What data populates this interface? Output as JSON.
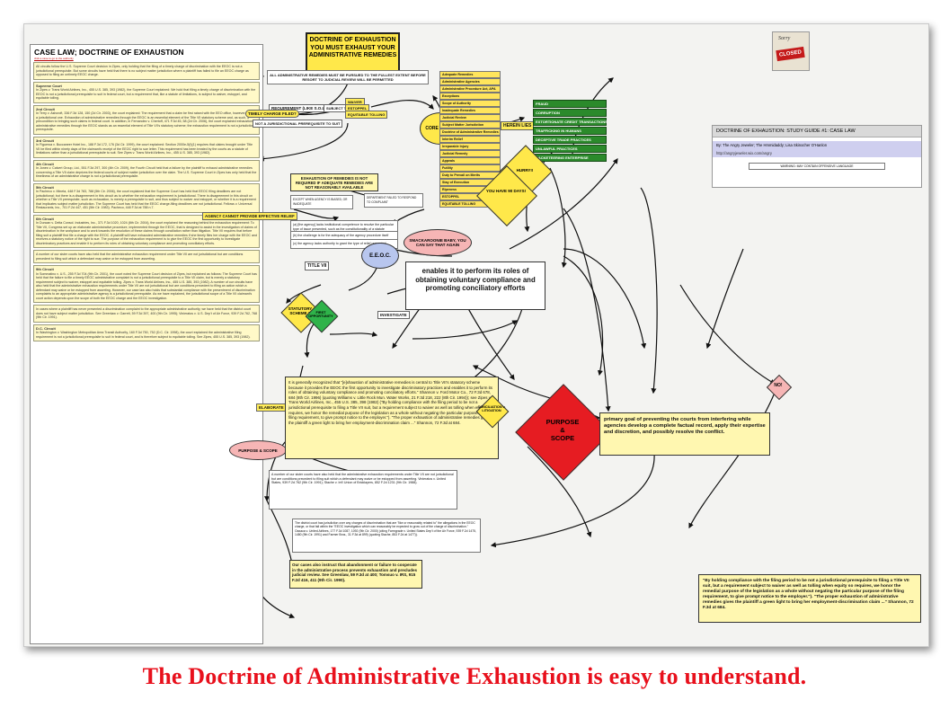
{
  "title": {
    "line1": "DOCTRINE OF EXHAUSTION",
    "line2": "YOU MUST EXHAUST YOUR",
    "line3": "ADMINISTRATIVE REMEDIES"
  },
  "left_column": {
    "heading": "CASE LAW; DOCTRINE OF EXHAUSTION",
    "sublink": "click a case to go to the authority",
    "panes": [
      {
        "head": "",
        "text": "All circuits follow the U.S. Supreme Court decision in Zipes, only holding that the filing of a timely charge of discrimination with the EEOC is not a jurisdictional prerequisite. But some circuits have held that there is no subject matter jurisdiction where a plaintiff has failed to file an EEOC charge as opposed to filing an untimely EEOC charge."
      },
      {
        "head": "Supreme Court",
        "text": "In Zipes v. Trans World Airlines, Inc., 455 U.S. 385, 393 (1982), the Supreme Court explained: We hold that filing a timely charge of discrimination with the EEOC is not a jurisdictional prerequisite to suit in federal court, but a requirement that, like a statute of limitations, is subject to waiver, estoppel, and equitable tolling."
      },
      {
        "head": "2nd Circuit",
        "text": "In Terry v. Ashcroft, 336 F.3d 128, 150 (2d Cir. 2003), the court explained: The requirement that a claim be first raised with the EEO office, however, is not a jurisdictional one. Exhaustion of administrative remedies through the EEOC is an essential element of the Title VII statutory scheme and, as such, a precondition to bringing such claims in federal court. In addition, in Fernandez v. Chertoff, 471 F.3d 45, 58 (2d Cir. 2006), the court explained exhaustion of administrative remedies through the EEOC stands as an essential element of Title VII's statutory scheme; the exhaustion requirement is not a jurisdictional prerequisite."
      },
      {
        "head": "3rd Circuit",
        "text": "In Figueroa v. Buccaneer Hotel Inc., 188 F.3d 172, 176 (3d Cir. 1999), the court explained: Section 2000e-5(f)(1) requires that claims brought under Title VII be filed within ninety days of the claimant's receipt of the EEOC right to sue letter. This requirement has been treated by the courts as a statute of limitations rather than a jurisdictional prerequisite to suit. See Zipes v. Trans World Airlines, Inc., 455 U.S. 385, 393 (1982)."
      },
      {
        "head": "4th Circuit",
        "text": "In Jones v. Calvert Group, Ltd., 551 F.3d 297, 300 (4th Cir. 2009), the Fourth Circuit held that a failure by the plaintiff to exhaust administrative remedies concerning a Title VII claim deprives the federal courts of subject matter jurisdiction over the claim. The U.S. Supreme Court in Zipes has only held that the timeliness of an administrative charge is not a jurisdictional prerequisite."
      },
      {
        "head": "5th Circuit",
        "text": "In Pacheco v. Mineta, 448 F.3d 783, 788 (5th Cir. 2006), the court explained that the Supreme Court has held that EEOC filing deadlines are not jurisdictional; but there is a disagreement in this circuit as to whether the exhaustion requirement is jurisdictional. There is disagreement in this circuit on whether a Title VII prerequisite, such as exhaustion, is merely a prerequisite to suit, and thus subject to waiver and estoppel, or whether it is a requirement that implicates subject matter jurisdiction. The Supreme Court has held that the EEOC charge-filing deadlines are not jurisdictional. Fellows v. Universal Restaurants, Inc., 701 F.2d 447, 451 (5th Cir. 1983). Pacheco, 448 F.3d at 788 n.7."
      },
      {
        "head": "6th Circuit",
        "text": "In Duncan v. Delta Consol. Industries, Inc., 371 F.3d 1020, 1024 (8th Cir. 2004), the court explained the reasoning behind the exhaustion requirement: To Title VII, Congress set up an elaborate administrative procedure, implemented through the EEOC, that is designed to assist in the investigation of claims of discrimination in the workplace and to work towards the resolution of these claims through conciliation rather than litigation. Title VII requires that before filing suit a plaintiff first file a charge with the EEOC. A plaintiff will have exhausted administrative remedies if she timely files her charge with the EEOC and receives a statutory notice of the right to sue. The purpose of the exhaustion requirement is to give the EEOC the first opportunity to investigate discriminatory practices and enable it to perform its roles of obtaining voluntary compliance and promoting conciliatory efforts."
      },
      {
        "head": "",
        "text": "A number of our sister courts have also held that the administrative exhaustion requirement under Title VII are not jurisdictional but are conditions precedent to filing suit which a defendant may waive or be estopped from asserting."
      },
      {
        "head": "9th Circuit",
        "text": "In Sommatino v. U.S., 255 F.3d 704 (9th Cir. 2001), the court noted the Supreme Court decision of Zipes, but explained as follows: The Supreme Court has held that the failure to file a timely EEOC administrative complaint is not a jurisdictional prerequisite to a Title VII claim, but is merely a statutory requirement subject to waiver, estoppel and equitable tolling. Zipes v. Trans World Airlines, Inc., 455 U.S. 385, 393 (1982). A number of our circuits have also held that the administrative exhaustion requirements under Title VII are not jurisdictional but are conditions precedent to filing an action which a defendant may waive or be estopped from asserting. However, our case law also holds that substantial compliance with the presentment of discrimination complaints to an appropriate administrative agency is a jurisdictional prerequisite. As we have explained, the jurisdictional scope of a Title VII claimant's court action depends upon the scope of both the EEOC charge and the EEOC investigation."
      },
      {
        "head": "",
        "text": "In cases where a plaintiff has never presented a discrimination complaint to the appropriate administrative authority, we have held that the district court does not have subject matter jurisdiction. See Greenlaw v. Garrett, 59 F.3d 397, 400 (9th Cir. 1995); Vinieratos v. U.S. Dep't of Air Force, 939 F.2d 762, 768 (9th Cir. 1991)."
      },
      {
        "head": "D.C. Circuit",
        "text": "In Washington v. Washington Metropolitan Area Transit Authority, 160 F.3d 750, 752 (D.C. Cir. 1998), the court explained the administrative filing requirement is not a jurisdictional prerequisite to suit in federal court, and is therefore subject to equitable tolling. See Zipes, 455 U.S. 385, 393 (1982)."
      }
    ]
  },
  "nodes": {
    "all_remedies": "ALL ADMINISTRATIVE REMEDIES MUST BE PURSUED TO THE FULLEST EXTENT BEFORE RESORT TO JUDICIAL REVIEW WILL BE PERMITTED",
    "requirement": "REQUIREMENT (LIKE S.O.L.)",
    "timely_charge": "TIMELY CHARGE FILED?",
    "subject_to": "SUBJECT TO",
    "waiver": "WAIVER",
    "estoppel": "ESTOPPEL",
    "tolling": "EQUITABLE TOLLING",
    "not_jurisdictional": "NOT A JURISDICTIONAL PREREQUISITE TO SUIT",
    "core_terms": "CORE TERMS",
    "herein_lies": "HEREIN LIES",
    "not_required": "EXHAUSTION OF REMEDIES IS NOT REQUIRED IF ADEQUATE REMEDIES ARE NOT REASONABLY AVAILABLE",
    "start_rule": "EXCEPT WHEN AGENCY IS BIASED, OR INADEQUATE",
    "no_relief": "AGENCY CANNOT PROVIDE EFFECTIVE RELIEF",
    "smackaroonie": "SMACKAROONIE BABY, YOU CAN SAY THAT AGAIN",
    "hurry": "HURRY!!",
    "ninety": "YOU HAVE 90 DAYS!",
    "small_a": "(a) [the agency] lacks institutional competence to resolve the particular type of issue presented, such as the constitutionality of a statute",
    "small_b": "(b) the challenge is for the adequacy of the agency procedure itself",
    "small_c": "(c) the agency lacks authority to grant the type of relief requested",
    "small_d": "DEPARTMENT FAILED TO RESPOND TO COMPLAINT",
    "title_vii": "TITLE VII",
    "eeoc": "E.E.O.C.",
    "enables": "enables it to perform its roles of obtaining voluntary compliance and promoting conciliatory efforts",
    "statutory": "STATUTORY SCHEME ?",
    "first_opp": "FIRST OPPORTUNITY",
    "investigate": "INVESTIGATE",
    "elaborate": "ELABORATE LABORYNTH",
    "purpose_small": "PURPOSE & SCOPE",
    "purpose_big_1": "PURPOSE",
    "purpose_big_2": "&",
    "purpose_big_3": "SCOPE",
    "conciliation": "CONCILIATION v. LITIGATION",
    "no": "NO!",
    "primary_goal": "primary goal of preventing the courts from interfering while agencies develop a complete factual record, apply their expertise and discretion, and possibly resolve the conflict.",
    "quote_center": "It is generally recognized that \"[e]xhaustion of administrative remedies is central to Title VII's statutory scheme because it provides the EEOC the first opportunity to investigate discriminatory practices and enables it to perform its roles of obtaining voluntary compliance and promoting conciliatory efforts.\" Shannon v. Ford Motor Co., 72 F.3d 678, 684 (8th Cir. 1996) (quoting Williams v. Little Rock Mun. Water Works, 21 F.3d 218, 222 (8th Cir. 1994)); see Zipes v. Trans World Airlines, Inc., 455 U.S. 385, 398 (1982) (\"By holding compliance with the filing period to be not a jurisdictional prerequisite to filing a Title VII suit, but a requirement subject to waiver as well as tolling when equity so requires, we honor the remedial purpose of the legislation as a whole without negating the particular purpose of the filing requirement, to give prompt notice to the employer.\"). \"The proper exhaustion of administrative remedies gives the plaintiff a green light to bring her employment-discrimination claim ...\" Shannon, 72 F.3d at 684.",
    "quote_low": "The district court has jurisdiction over any charges of discrimination that are \"like or reasonably related to\" the allegations in the EEOC charge, or that fall within the \"EEOC investigation which can reasonably be expected to grow out of the charge of discrimination.\" Oaxaca v. United Airlines, 177 F.3d 1087, 1092 (9th Cir. 2000) (citing Farmgrade v. United States Dep't of the Air Force, 939 F.2d 1475, 1480 (9th Cir. 1991) and Farmer Bros., 31 F.3d at 899) (quoting Stache, 853 F.2d at 1477)).",
    "cases_note": "Our cases also instruct that abandonment or failure to cooperate in the administrative process prevents exhaustion and precludes judicial review. See Greenlaw, 59 F.3d at 400; Tomsuo v. IRS, 915 F.2d 416, 411 (9th Cir. 1990).",
    "quote_right": "\"By holding compliance with the filing period to be not a jurisdictional prerequisite to filing a Title VII suit, but a requirement subject to waiver as well as tolling when equity so requires, we honor the remedial purpose of the legislation as a whole without negating the particular purpose of the filing requirement, to give prompt notice to the employer.\"). \"The proper exhaustion of administrative remedies gives the plaintiff a green light to bring her employment-discrimination claim ...\" Shannon, 72 F.3d at 684.",
    "small_note_center": "A number of our sister courts have also held that the administrative exhaustion requirements under Title VII are not jurisdictional but are conditions precedent to filing suit which a defendant may waive or be estopped from asserting. Vinieratos v. United States, 939 F.2d 762 (9th Cir. 1991); Stache v. Int'l Union of Bricklayers, 852 F.2d 1231 (9th Cir. 1988)."
  },
  "core_items": [
    "Adequate Remedies",
    "Administrative Agencies",
    "Administrative Procedure Act, APA",
    "Exceptions",
    "Scope of Authority",
    "Inadequate Remedies",
    "Judicial Review",
    "Subject Matter Jurisdiction",
    "Doctrine of Administrative Remedies",
    "Interim Relief",
    "Irreparable Injury",
    "Judicial Remedy",
    "Appeals",
    "Futility",
    "Duty to Prevail on Merits",
    "Stay of Execution",
    "Ripeness",
    "ESTOPPEL",
    "EQUITABLE TOLLING"
  ],
  "green_items": [
    "FRAUD",
    "CORRUPTION",
    "EXTORTIONATE CREDIT TRANSACTIONS",
    "TRAFFICKING IN HUMANS",
    "DECEPTIVE TRADE PRACTICES",
    "UNLAWFUL PRACTICES",
    "RACKETEERING ENTERPRISE"
  ],
  "card": {
    "stamp_word": "Sorry",
    "stamp_tag": "CLOSED",
    "title": "DOCTRINE OF EXHAUSTION: STUDY GUIDE #1: CASE LAW",
    "authors": "By: The Angry Jeweler; The Hmmidaddy; Lisa Skinocher O'Hanlon",
    "url": "http://angryjeweler.wix.com/angry",
    "warning": "WARNING: MAY CONTAIN OFFENSIVE LANGUAGE"
  },
  "slogan": "The Doctrine of Administrative Exhaustion is easy to understand.",
  "colors": {
    "yellow": "#ffe84a",
    "green": "#2b8a2b",
    "purpose_red": "#e61c22",
    "slogan_red": "#e8101c",
    "pink": "#f6b5b5",
    "eeoc_blue": "#b8c6ee"
  }
}
